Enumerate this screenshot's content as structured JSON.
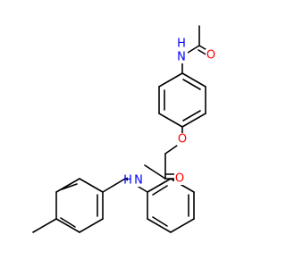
{
  "structure": {
    "colors": {
      "background": "#ffffff",
      "bond": "#000000",
      "N": "#0000ff",
      "O": "#ff0000"
    },
    "labels": {
      "nh_top": "N",
      "nh_top_h": "H",
      "o_carbonyl_top": "O",
      "o_ether": "O",
      "nh_amide": "N",
      "nh_amide_h": "H",
      "o_carbonyl_amide": "O"
    }
  }
}
